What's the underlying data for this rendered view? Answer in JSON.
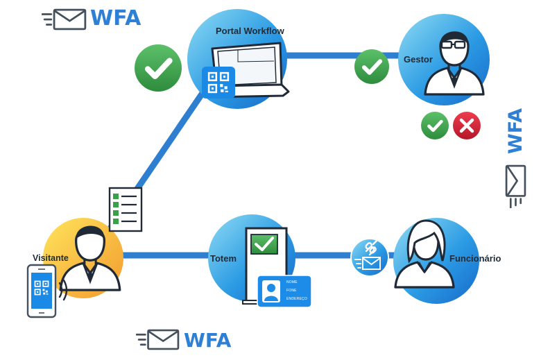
{
  "brand": {
    "wfa_label": "WFA"
  },
  "nodes": {
    "portal": "Portal Workflow",
    "gestor": "Gestor",
    "visitante": "Visitante",
    "totem": "Totem",
    "funcionario": "Funcionário"
  },
  "badge_fields": [
    "NOME",
    "FONE",
    "ENDEREÇO"
  ],
  "colors": {
    "link": "#2f7fd0",
    "circle_blue": "#1f85e0",
    "circle_light": "#7fd3f0",
    "circle_orange": "#f2a535",
    "circle_yellow": "#ffe15a",
    "approve": "#3aa04a",
    "reject": "#d42436",
    "brand_blue": "#2e7fd6"
  },
  "icons": [
    "envelope-icon",
    "check-icon",
    "close-icon",
    "qr-code-icon",
    "laptop-icon",
    "person-icon",
    "checklist-icon",
    "phone-icon",
    "kiosk-icon",
    "id-card-icon",
    "link-icon"
  ]
}
